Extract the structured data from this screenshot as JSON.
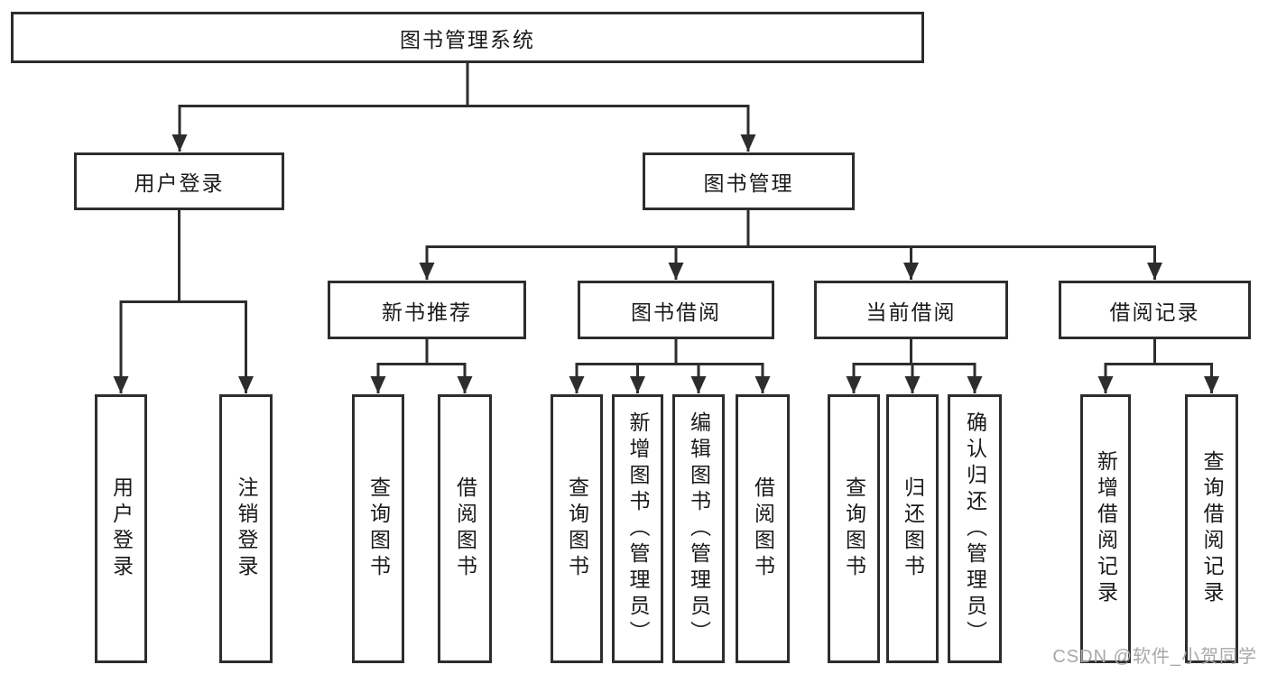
{
  "tree": {
    "root": {
      "label": "图书管理系统",
      "children": [
        {
          "label": "用户登录",
          "children": [
            {
              "label": "用户登录"
            },
            {
              "label": "注销登录"
            }
          ]
        },
        {
          "label": "图书管理",
          "children": [
            {
              "label": "新书推荐",
              "children": [
                {
                  "label": "查询图书"
                },
                {
                  "label": "借阅图书"
                }
              ]
            },
            {
              "label": "图书借阅",
              "children": [
                {
                  "label": "查询图书"
                },
                {
                  "label": "新增图书（管理员）"
                },
                {
                  "label": "编辑图书（管理员）"
                },
                {
                  "label": "借阅图书"
                }
              ]
            },
            {
              "label": "当前借阅",
              "children": [
                {
                  "label": "查询图书"
                },
                {
                  "label": "归还图书"
                },
                {
                  "label": "确认归还（管理员）"
                }
              ]
            },
            {
              "label": "借阅记录",
              "children": [
                {
                  "label": "新增借阅记录"
                },
                {
                  "label": "查询借阅记录"
                }
              ]
            }
          ]
        }
      ]
    }
  },
  "watermark": {
    "text": "CSDN @软件_小贺同学"
  },
  "icons": {
    "arrow_down": "▼"
  },
  "colors": {
    "background": "#ffffff",
    "box_fill": "#ffffff",
    "box_border": "#2d2d2d",
    "line": "#2d2d2d",
    "text": "#1a1a1a",
    "watermark": "#a8a8a8"
  }
}
